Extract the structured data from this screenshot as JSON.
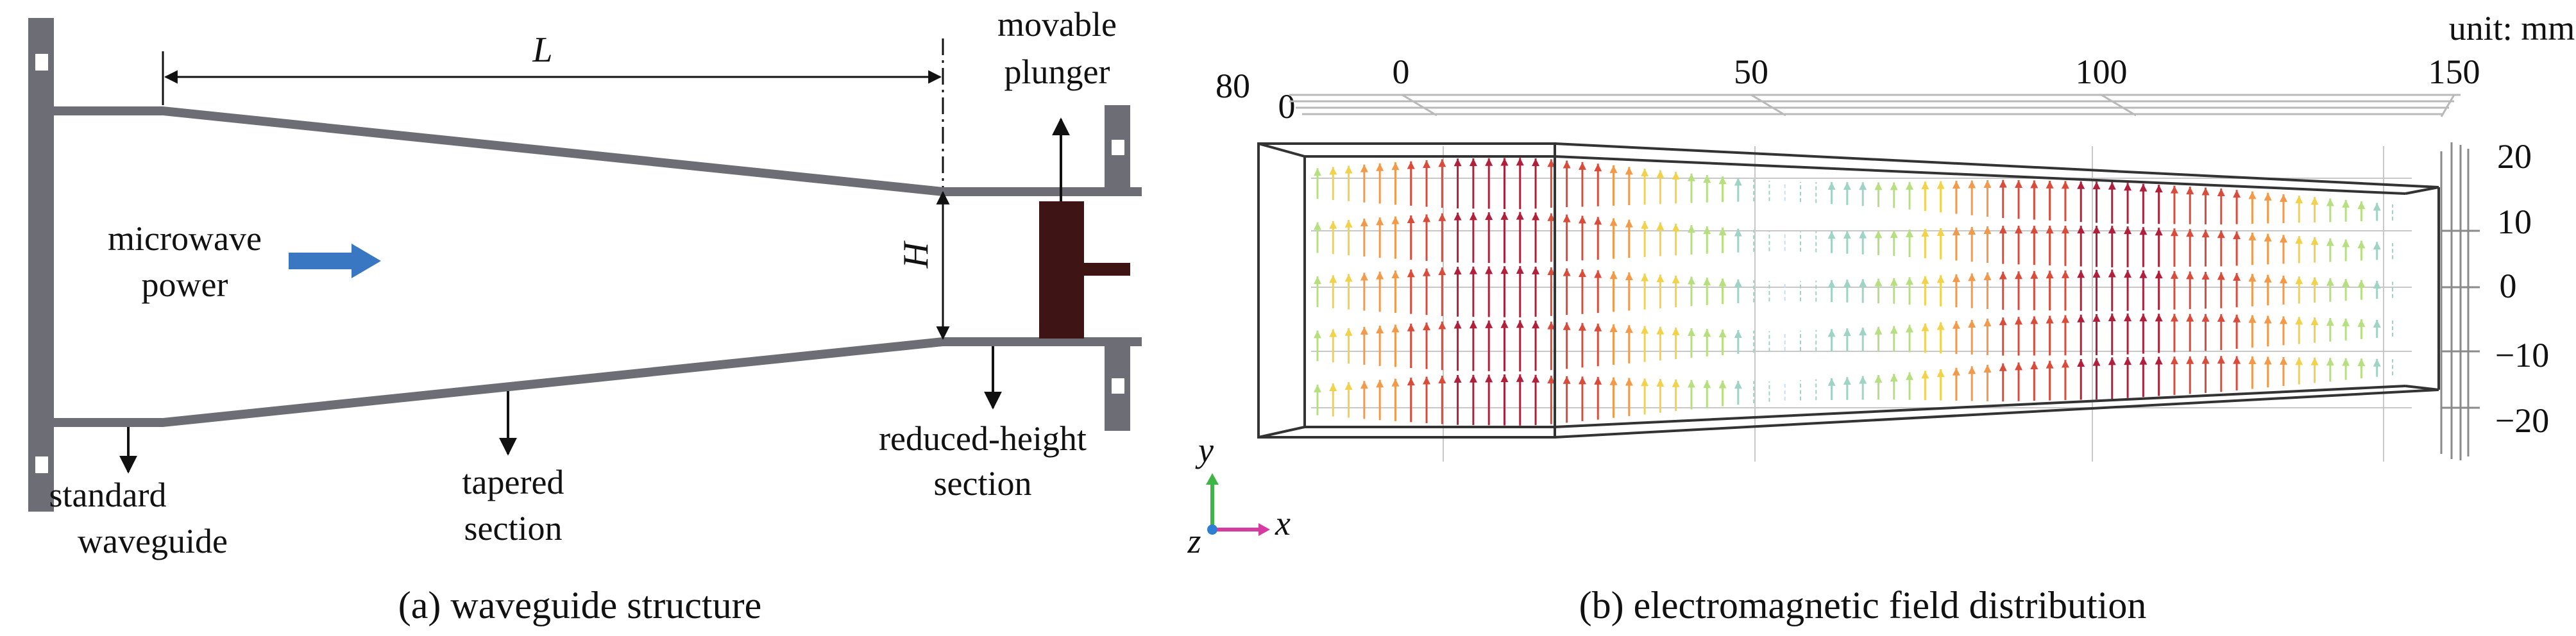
{
  "panel_a": {
    "caption": "(a) waveguide structure",
    "dim_L": "L",
    "dim_H": "H",
    "input_label_line1": "microwave",
    "input_label_line2": "power",
    "plunger_line1": "movable",
    "plunger_line2": "plunger",
    "standard_line1": "standard",
    "standard_line2": "waveguide",
    "tapered_line1": "tapered",
    "tapered_line2": "section",
    "reduced_line1": "reduced-height",
    "reduced_line2": "section",
    "colors": {
      "wall": "#6d6e75",
      "plunger": "#3e1414",
      "arrow": "#3a77c2"
    }
  },
  "panel_b": {
    "caption": "(b) electromagnetic field distribution",
    "unit_label": "unit: mm",
    "x_ticks": [
      "0",
      "50",
      "100",
      "150"
    ],
    "y_ticks": [
      "20",
      "10",
      "0",
      "−10",
      "−20"
    ],
    "z_tick_80": "80",
    "z_tick_0": "0",
    "axis_y": "y",
    "axis_z": "z",
    "axis_x": "x"
  },
  "chart_data": {
    "type": "vector-field",
    "x_range_mm": [
      0,
      150
    ],
    "y_range_mm": [
      -20,
      20
    ],
    "field_direction": "+y",
    "colormap": [
      "#c8dff0",
      "#9fd3c4",
      "#b6e07f",
      "#f2d24a",
      "#f2994a",
      "#d94b3a",
      "#b0203b"
    ],
    "relative_field_magnitude_by_x": [
      {
        "x": 0,
        "e": 0.3
      },
      {
        "x": 10,
        "e": 0.65
      },
      {
        "x": 20,
        "e": 0.95
      },
      {
        "x": 30,
        "e": 1.0
      },
      {
        "x": 40,
        "e": 0.75
      },
      {
        "x": 55,
        "e": 0.3
      },
      {
        "x": 65,
        "e": 0.05
      },
      {
        "x": 80,
        "e": 0.3
      },
      {
        "x": 95,
        "e": 0.8
      },
      {
        "x": 110,
        "e": 1.0
      },
      {
        "x": 125,
        "e": 0.85
      },
      {
        "x": 140,
        "e": 0.4
      },
      {
        "x": 150,
        "e": 0.05
      }
    ]
  }
}
